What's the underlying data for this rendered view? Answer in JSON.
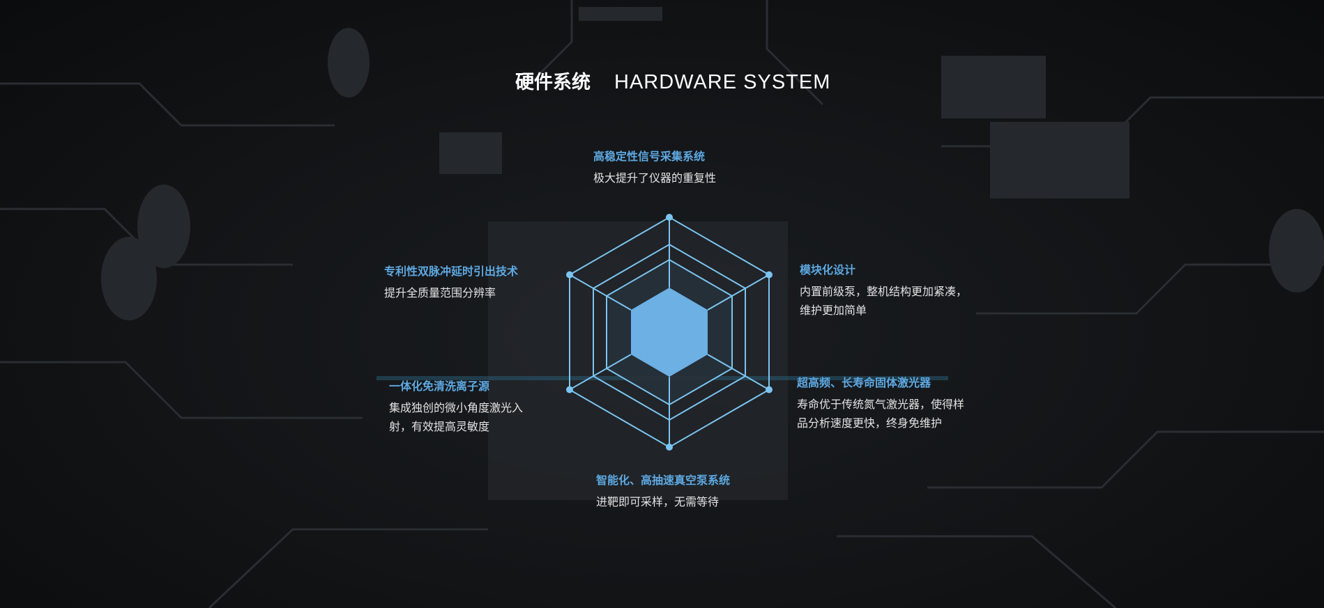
{
  "header": {
    "title_cn": "硬件系统",
    "title_en": "HARDWARE SYSTEM"
  },
  "features": [
    {
      "title": "高稳定性信号采集系统",
      "desc": [
        "极大提升了仪器的重复性"
      ]
    },
    {
      "title": "专利性双脉冲延时引出技术",
      "desc": [
        "提升全质量范围分辨率"
      ]
    },
    {
      "title": "模块化设计",
      "desc": [
        "内置前级泵，整机结构更加紧凑，",
        "维护更加简单"
      ]
    },
    {
      "title": "一体化免清洗离子源",
      "desc": [
        "集成独创的微小角度激光入",
        "射，有效提高灵敏度"
      ]
    },
    {
      "title": "超高频、长寿命固体激光器",
      "desc": [
        "寿命优于传统氮气激光器，使得样",
        "品分析速度更快，终身免维护"
      ]
    },
    {
      "title": "智能化、高抽速真空泵系统",
      "desc": [
        "进靶即可采样，无需等待"
      ]
    }
  ],
  "colors": {
    "accent": "#5ea9e2",
    "core": "#6cb0e4",
    "line": "#7cc4f0"
  }
}
